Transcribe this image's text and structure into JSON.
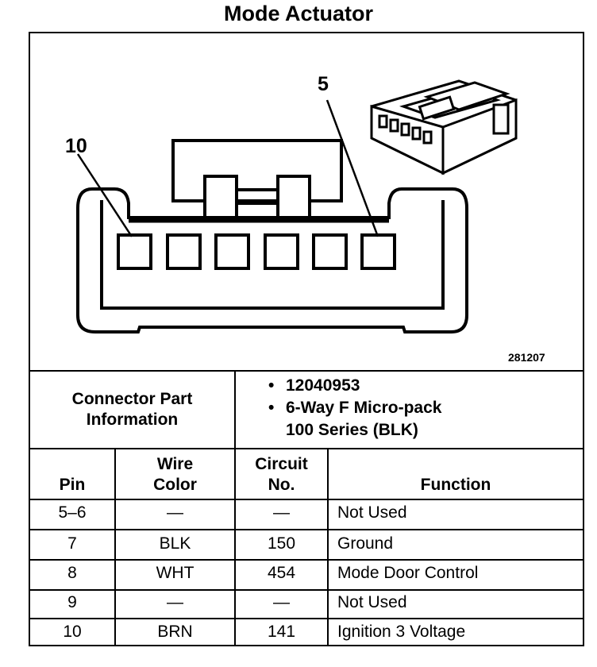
{
  "title": "Mode Actuator",
  "diagram": {
    "pin_label_left": "10",
    "pin_label_right": "5",
    "diagram_number": "281207",
    "cavity_count": 6
  },
  "connector": {
    "label_line1": "Connector Part",
    "label_line2": "Information",
    "part_number": "12040953",
    "description_line1": "6-Way F Micro-pack",
    "description_line2": "100 Series (BLK)",
    "bullet": "•"
  },
  "table": {
    "headers": {
      "pin": "Pin",
      "wire_line1": "Wire",
      "wire_line2": "Color",
      "circuit_line1": "Circuit",
      "circuit_line2": "No.",
      "function": "Function"
    },
    "rows": [
      {
        "pin": "5–6",
        "wire": "—",
        "circuit": "—",
        "function": "Not Used"
      },
      {
        "pin": "7",
        "wire": "BLK",
        "circuit": "150",
        "function": "Ground"
      },
      {
        "pin": "8",
        "wire": "WHT",
        "circuit": "454",
        "function": "Mode Door Control"
      },
      {
        "pin": "9",
        "wire": "—",
        "circuit": "—",
        "function": "Not Used"
      },
      {
        "pin": "10",
        "wire": "BRN",
        "circuit": "141",
        "function": "Ignition 3 Voltage"
      }
    ]
  }
}
